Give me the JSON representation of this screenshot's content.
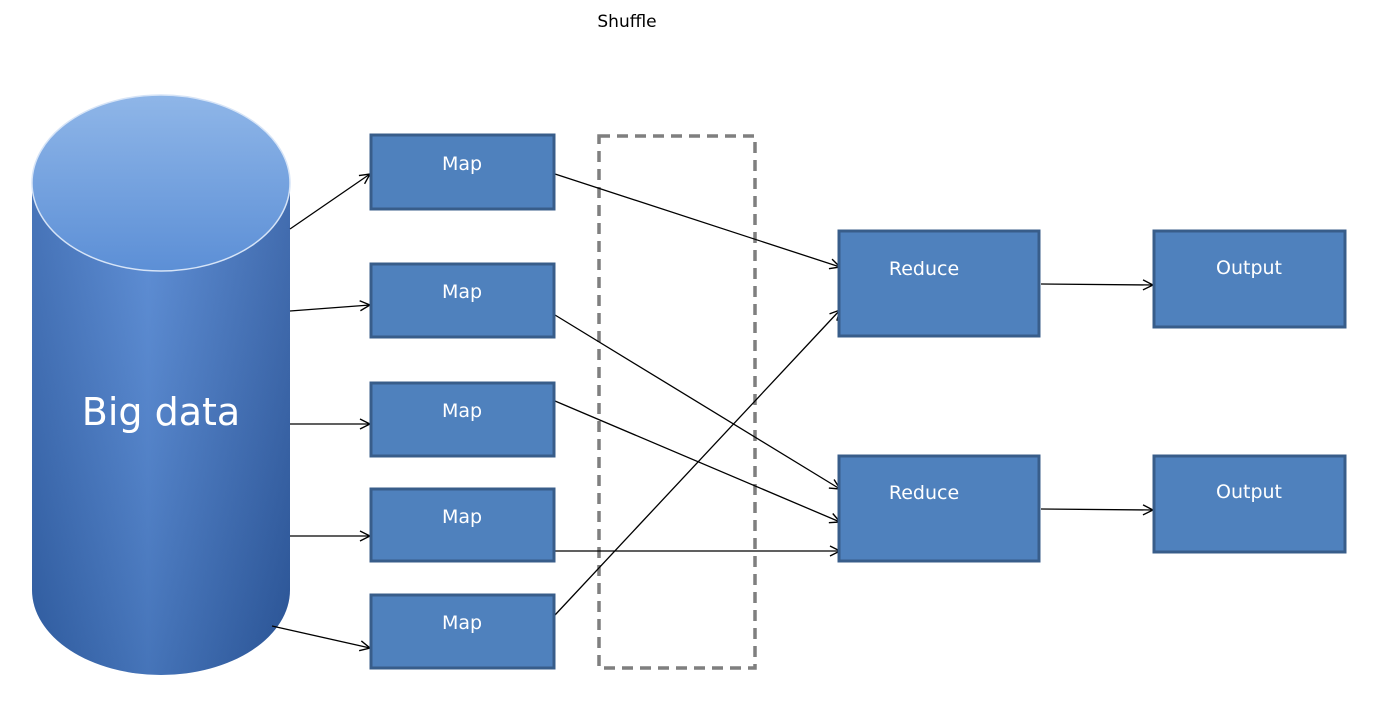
{
  "shuffle": {
    "label": "Shuffle"
  },
  "source": {
    "label": "Big data"
  },
  "maps": [
    {
      "label": "Map"
    },
    {
      "label": "Map"
    },
    {
      "label": "Map"
    },
    {
      "label": "Map"
    },
    {
      "label": "Map"
    }
  ],
  "reducers": [
    {
      "label": "Reduce"
    },
    {
      "label": "Reduce"
    }
  ],
  "outputs": [
    {
      "label": "Output"
    },
    {
      "label": "Output"
    }
  ],
  "colors": {
    "box_fill": "#4f81bd",
    "box_border": "#385d8a",
    "cylinder_top": "#7aa6e0",
    "cylinder_body": "#3d72c0",
    "dashed_border": "#7f7f7f",
    "arrow": "#000000"
  }
}
